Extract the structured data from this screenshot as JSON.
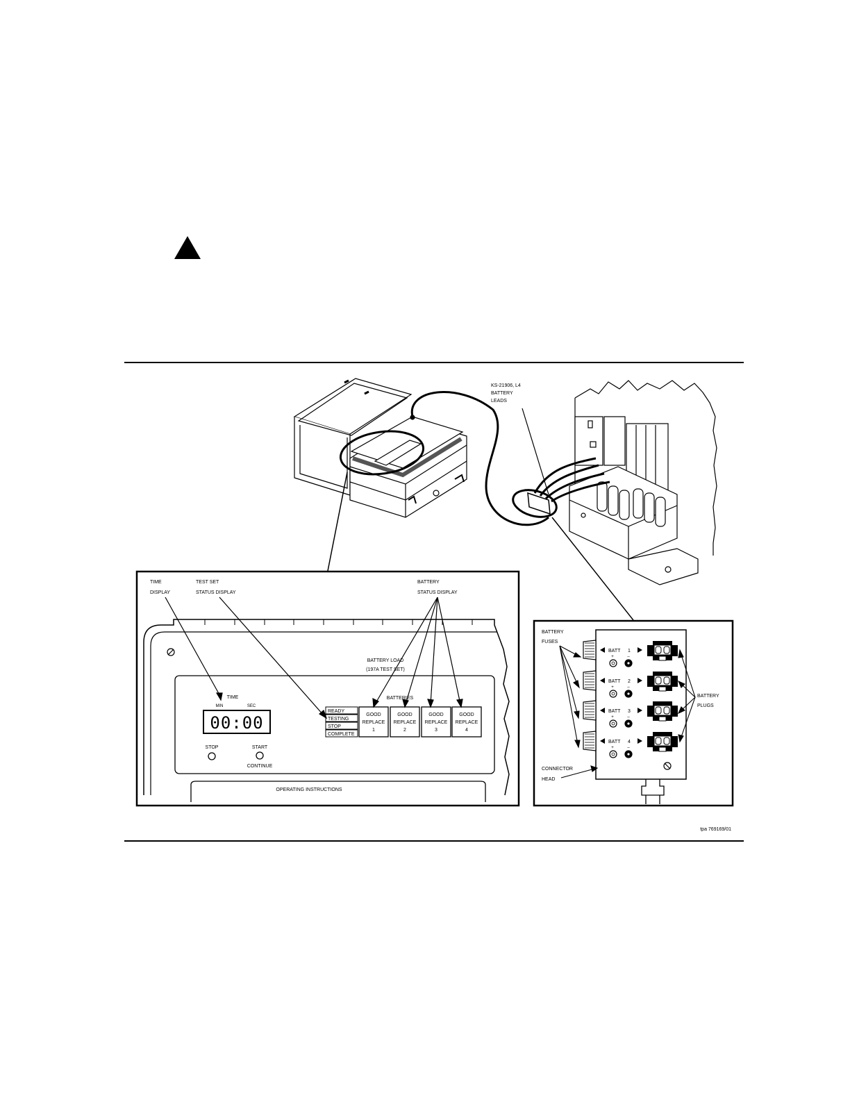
{
  "warning_icon": "warning-triangle-icon",
  "callouts": {
    "battery_leads": [
      "KS-21906, L4",
      "BATTERY",
      "LEADS"
    ],
    "time_display": [
      "TIME",
      "DISPLAY"
    ],
    "test_set_status_display": [
      "TEST SET",
      "STATUS DISPLAY"
    ],
    "battery_status_display": [
      "BATTERY",
      "STATUS DISPLAY"
    ],
    "battery_fuses": [
      "BATTERY",
      "FUSES"
    ],
    "battery_plugs": [
      "BATTERY",
      "PLUGS"
    ],
    "connector_head": [
      "CONNECTOR",
      "HEAD"
    ]
  },
  "panel": {
    "title": [
      "BATTERY LOAD",
      "(197A TEST SET)"
    ],
    "time_heading": "TIME",
    "min_label": "MIN",
    "sec_label": "SEC",
    "time_value": "00:00",
    "status_items": [
      "READY",
      "TESTING",
      "STOP",
      "COMPLETE"
    ],
    "batteries_heading": "BATTERIES",
    "battery_boxes": [
      {
        "good": "GOOD",
        "replace": "REPLACE",
        "num": "1"
      },
      {
        "good": "GOOD",
        "replace": "REPLACE",
        "num": "2"
      },
      {
        "good": "GOOD",
        "replace": "REPLACE",
        "num": "3"
      },
      {
        "good": "GOOD",
        "replace": "REPLACE",
        "num": "4"
      }
    ],
    "stop_label": "STOP",
    "start_label": "START",
    "continue_label": "CONTINUE",
    "operating_instructions": "OPERATING INSTRUCTIONS"
  },
  "connector": {
    "batt_label": "BATT",
    "rows": [
      "1",
      "2",
      "3",
      "4"
    ],
    "plus": "+",
    "minus": "–"
  },
  "figure_id": "tpa 769169/01"
}
